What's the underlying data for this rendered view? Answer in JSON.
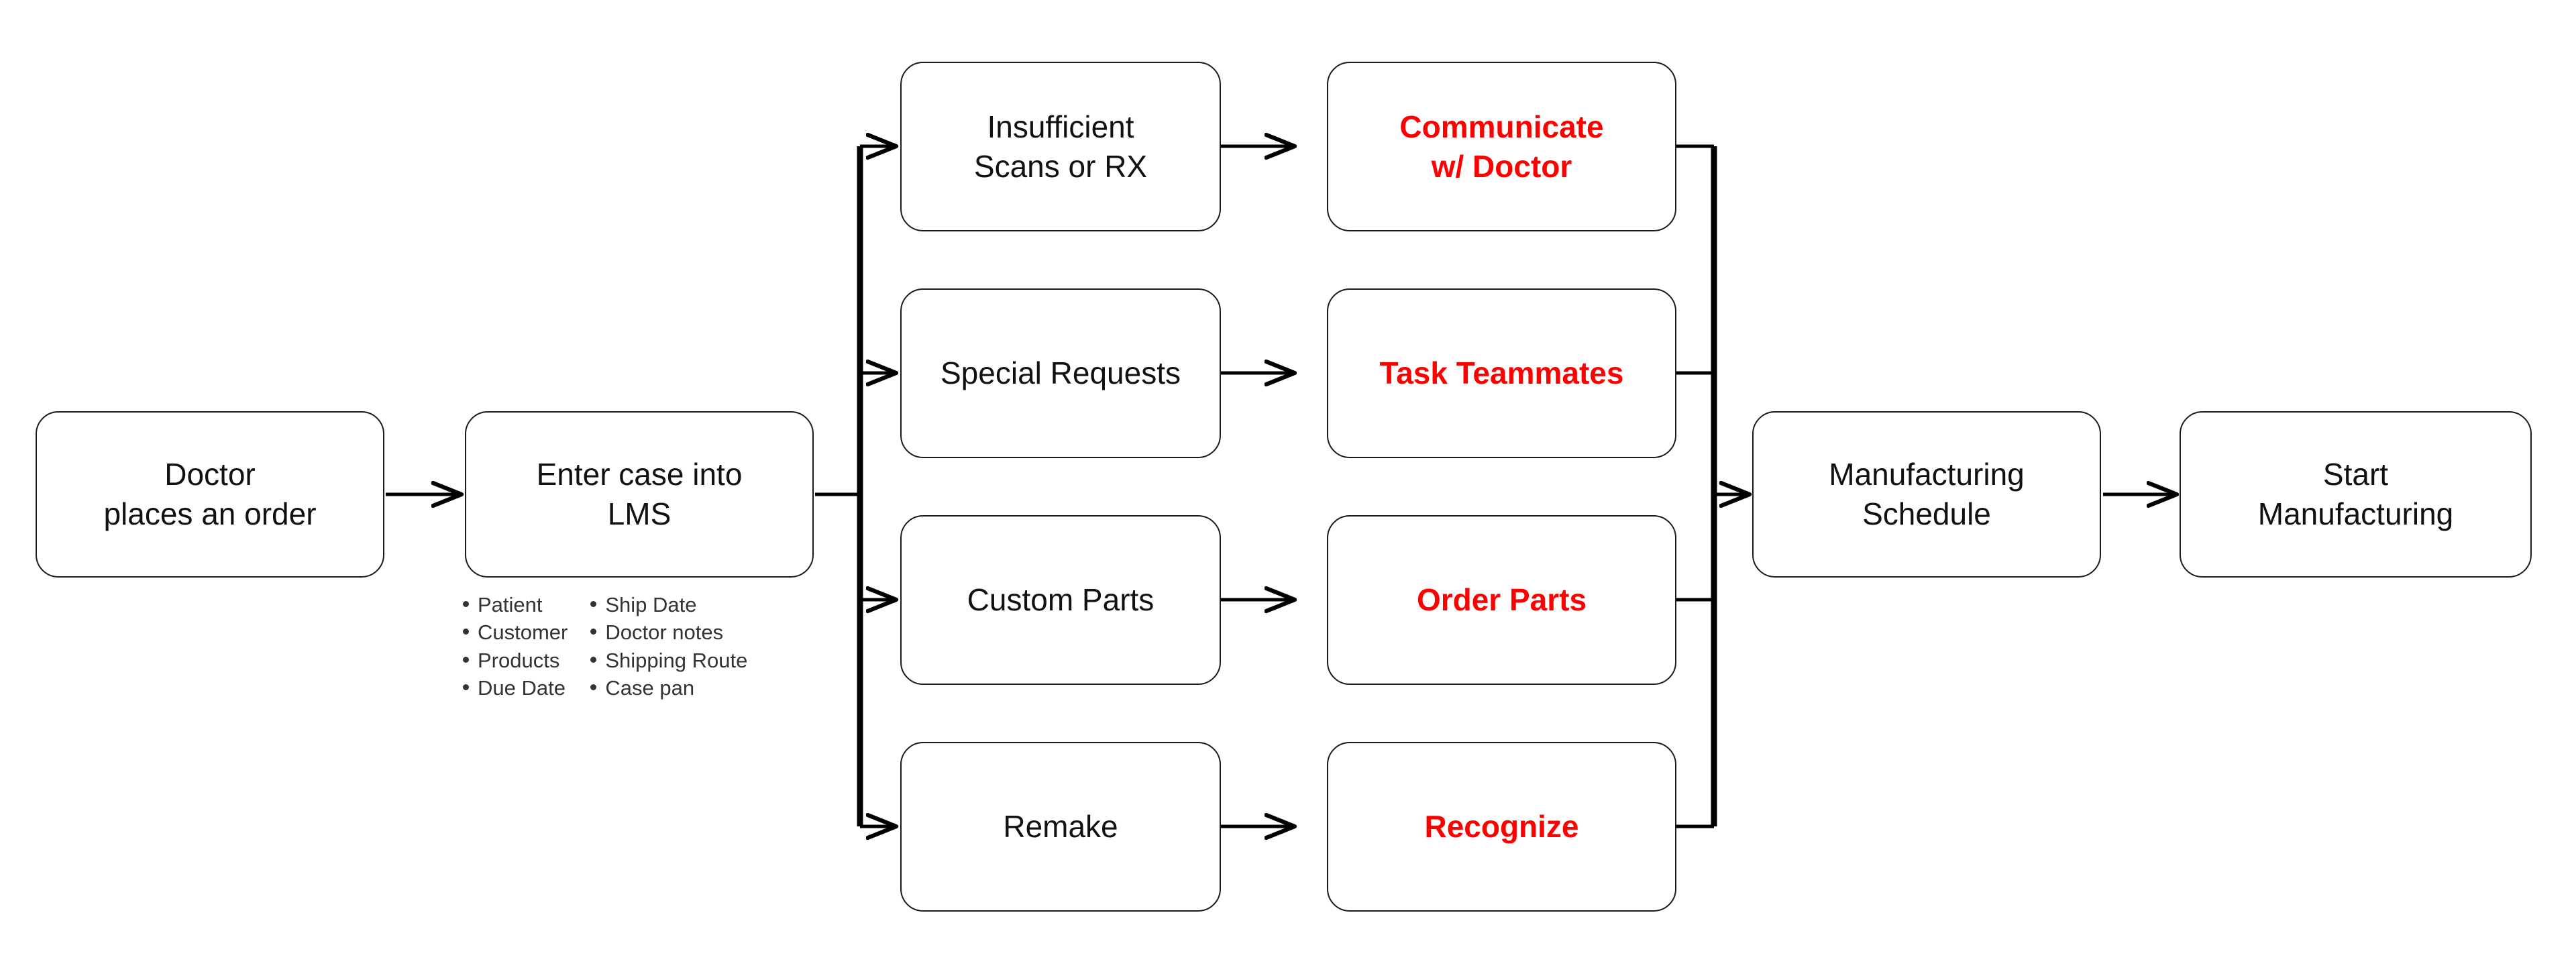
{
  "diagram": {
    "type": "flowchart",
    "orientation": "left-to-right",
    "background_color": "#ffffff",
    "node_border_color": "#1a1a1a",
    "accent_color": "#ff0000",
    "default_text_color": "#111111",
    "bullet_text_color": "#333333",
    "nodes": {
      "order": {
        "label": "Doctor\nplaces an order"
      },
      "enter_case": {
        "label": "Enter case into\nLMS"
      },
      "branch1": {
        "label": "Insufficient\nScans or RX"
      },
      "branch2": {
        "label": "Special Requests"
      },
      "branch3": {
        "label": "Custom Parts"
      },
      "branch4": {
        "label": "Remake"
      },
      "action1": {
        "label": "Communicate\nw/ Doctor"
      },
      "action2": {
        "label": "Task Teammates"
      },
      "action3": {
        "label": "Order Parts"
      },
      "action4": {
        "label": "Recognize"
      },
      "schedule": {
        "label": "Manufacturing\nSchedule"
      },
      "start_mfg": {
        "label": "Start\nManufacturing"
      }
    },
    "case_details": {
      "columns": [
        [
          "Patient",
          "Customer",
          "Products",
          "Due Date"
        ],
        [
          "Ship Date",
          "Doctor notes",
          "Shipping Route",
          "Case pan"
        ]
      ]
    },
    "edges": [
      {
        "from": "order",
        "to": "enter_case"
      },
      {
        "from": "enter_case",
        "to": "branch1"
      },
      {
        "from": "enter_case",
        "to": "branch2"
      },
      {
        "from": "enter_case",
        "to": "branch3"
      },
      {
        "from": "enter_case",
        "to": "branch4"
      },
      {
        "from": "branch1",
        "to": "action1"
      },
      {
        "from": "branch2",
        "to": "action2"
      },
      {
        "from": "branch3",
        "to": "action3"
      },
      {
        "from": "branch4",
        "to": "action4"
      },
      {
        "from": "action1",
        "to": "schedule"
      },
      {
        "from": "action2",
        "to": "schedule"
      },
      {
        "from": "action3",
        "to": "schedule"
      },
      {
        "from": "action4",
        "to": "schedule"
      },
      {
        "from": "schedule",
        "to": "start_mfg"
      }
    ]
  }
}
